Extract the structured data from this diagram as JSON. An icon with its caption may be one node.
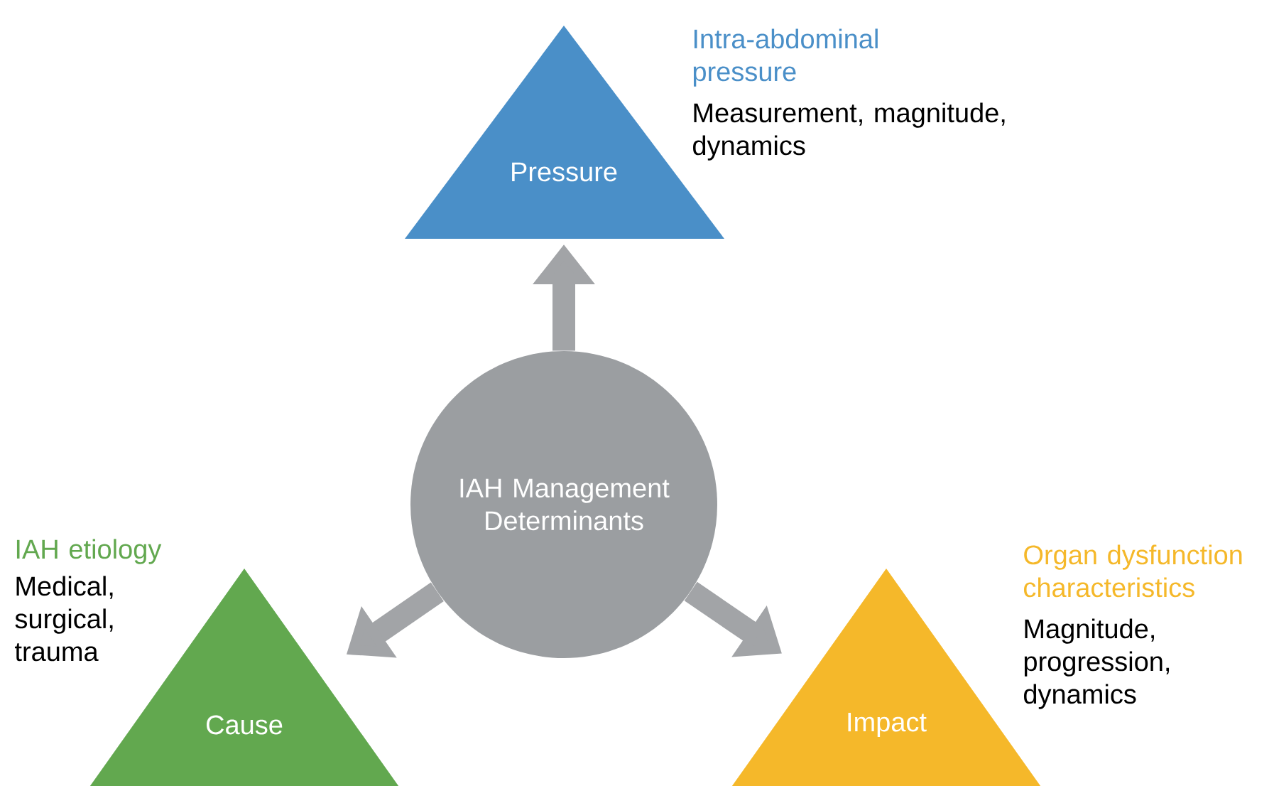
{
  "diagram": {
    "nodes": [
      {
        "text": [
          "IAH Management Determinants"
        ]
      },
      {
        "text": [
          "Pressure"
        ],
        "beside": [
          "Intra-abdominal pressure",
          "Measurement, magnitude, dynamics"
        ]
      },
      {
        "text": [
          "Cause"
        ],
        "beside": [
          "IAH etiology",
          "Medical, surgical, trauma"
        ]
      },
      {
        "text": [
          "Impact"
        ],
        "beside": [
          "Organ dysfunction characteristics",
          "Magnitude, progression, dynamics"
        ]
      }
    ],
    "edges": [
      {
        "from": 0,
        "to": 1,
        "arrow": "to"
      },
      {
        "from": 0,
        "to": 2,
        "arrow": "to"
      },
      {
        "from": 0,
        "to": 3,
        "arrow": "to"
      }
    ]
  }
}
